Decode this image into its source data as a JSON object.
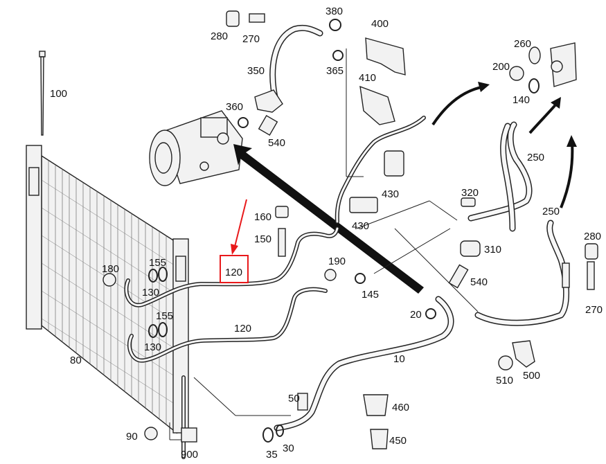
{
  "diagram": {
    "labels": {
      "p10": "10",
      "p20": "20",
      "p30": "30",
      "p35": "35",
      "p50": "50",
      "p80": "80",
      "p90": "90",
      "p100": "100",
      "p120a": "120",
      "p120b": "120",
      "p130a": "130",
      "p130b": "130",
      "p140": "140",
      "p145": "145",
      "p150": "150",
      "p155a": "155",
      "p155b": "155",
      "p160": "160",
      "p180": "180",
      "p190": "190",
      "p200": "200",
      "p250a": "250",
      "p250b": "250",
      "p260": "260",
      "p270a": "270",
      "p270b": "270",
      "p280a": "280",
      "p280b": "280",
      "p310": "310",
      "p320": "320",
      "p350": "350",
      "p360": "360",
      "p365": "365",
      "p380": "380",
      "p400": "400",
      "p410": "410",
      "p430a": "430",
      "p430b": "430",
      "p450": "450",
      "p460": "460",
      "p500": "500",
      "p510": "510",
      "p540a": "540",
      "p540b": "540",
      "p900": "900"
    },
    "highlight": {
      "label": "120",
      "color": "#e8191b"
    }
  }
}
